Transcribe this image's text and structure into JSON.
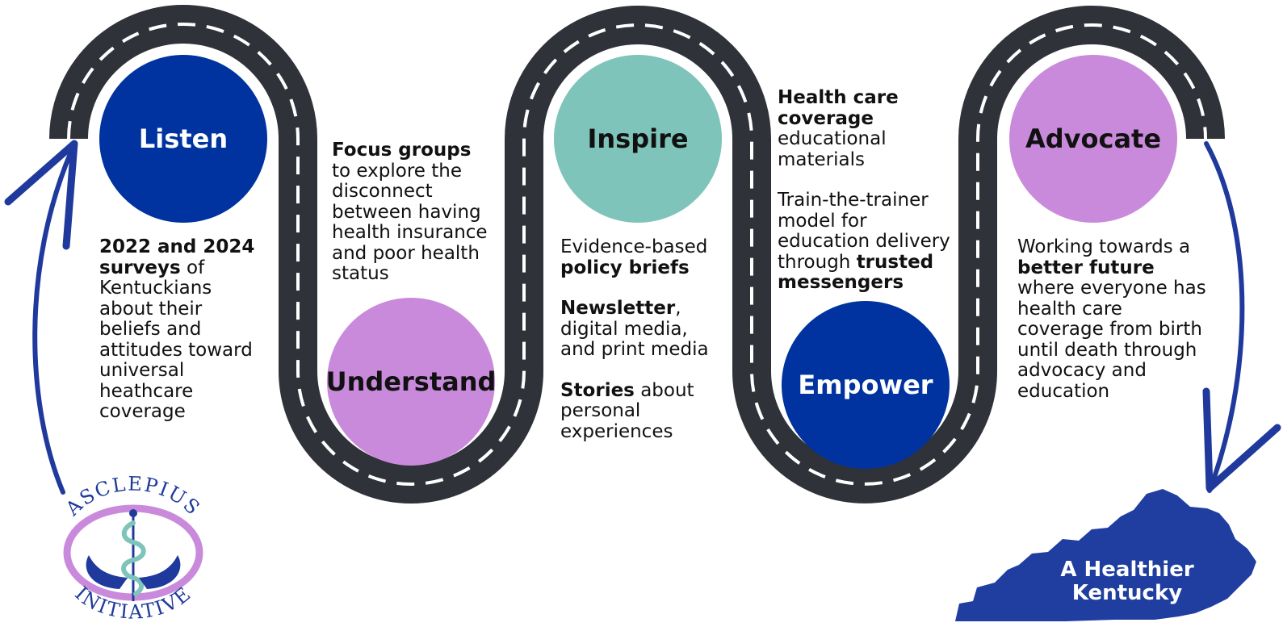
{
  "colors": {
    "road": "#2f3238",
    "dash": "#ffffff",
    "dark_blue": "#0033a0",
    "purple": "#c98adb",
    "teal": "#7fc4ba",
    "arrow": "#1f3a9c"
  },
  "steps": {
    "listen": "Listen",
    "understand": "Understand",
    "inspire": "Inspire",
    "empower": "Empower",
    "advocate": "Advocate"
  },
  "listen_text": {
    "bold": "2022 and 2024 surveys",
    "rest": " of Kentuckians about their beliefs and attitudes toward universal heathcare coverage"
  },
  "understand_text": {
    "bold": "Focus groups",
    "rest": "to  explore the disconnect between having health insurance and poor health status"
  },
  "inspire_text": {
    "item1_pre": "Evidence-based",
    "item1_bold": "policy briefs",
    "item2_bold": "Newsletter",
    "item2_rest": ", digital media, and print media",
    "item3_bold": "Stories",
    "item3_rest": " about personal experiences"
  },
  "empower_text": {
    "item1_bold": "Health care coverage",
    "item1_rest": "educational materials",
    "item2_pre": "Train-the-trainer model for education delivery through ",
    "item2_bold": "trusted messengers"
  },
  "advocate_text": {
    "pre": "Working towards a",
    "bold": "better future",
    "rest": "where everyone has health care coverage from birth until death through advocacy and education"
  },
  "logo": {
    "top": "ASCLEPIUS",
    "bottom": "INITIATIVE",
    "icon": "caduceus-hands-icon"
  },
  "kentucky": {
    "icon": "kentucky-map-icon",
    "line1": "A Healthier",
    "line2": "Kentucky"
  }
}
